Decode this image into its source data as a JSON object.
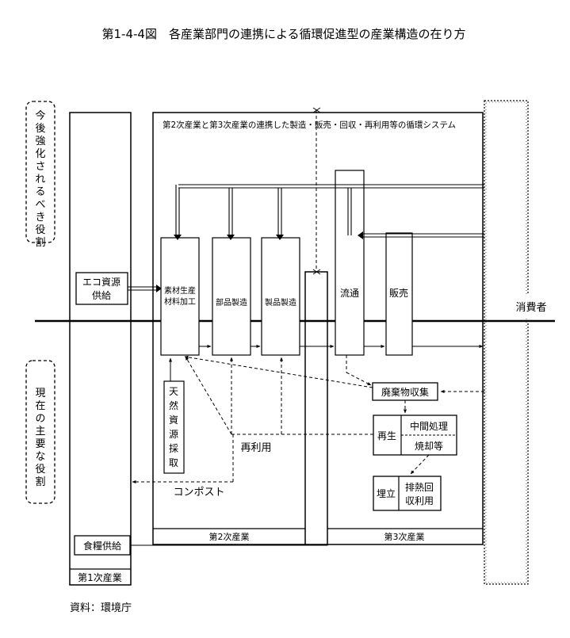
{
  "title": "第1-4-4図　各産業部門の連携による循環促進型の産業構造の在り方",
  "source": "資料：環境庁",
  "side_labels": {
    "future": [
      "今",
      "後",
      "強",
      "化",
      "さ",
      "れ",
      "る",
      "べ",
      "き",
      "役",
      "割"
    ],
    "current": [
      "現",
      "在",
      "の",
      "主",
      "要",
      "な",
      "役",
      "割"
    ]
  },
  "system_title": "第2次産業と第3次産業の連携した製造・販売・回収・再利用等の循環システム",
  "boxes": {
    "eco_supply": [
      "エコ資源",
      "供給"
    ],
    "materials": [
      "素材生産",
      "材料加工"
    ],
    "parts": "部品製造",
    "products": "製品製造",
    "distribution": "流通",
    "sales": "販売",
    "natural": [
      "天",
      "然",
      "資",
      "源",
      "採",
      "取"
    ],
    "waste": "廃棄物収集",
    "regen": "再生",
    "intermediate": "中間処理",
    "incineration": "焼却等",
    "landfill": "埋立",
    "heat": [
      "排熱回",
      "収利用"
    ],
    "food": "食糧供給"
  },
  "sectors": {
    "primary": "第1次産業",
    "secondary": "第2次産業",
    "tertiary": "第3次産業"
  },
  "consumer": "消費者",
  "flow_labels": {
    "reuse": "再利用",
    "compost": "コンポスト"
  }
}
